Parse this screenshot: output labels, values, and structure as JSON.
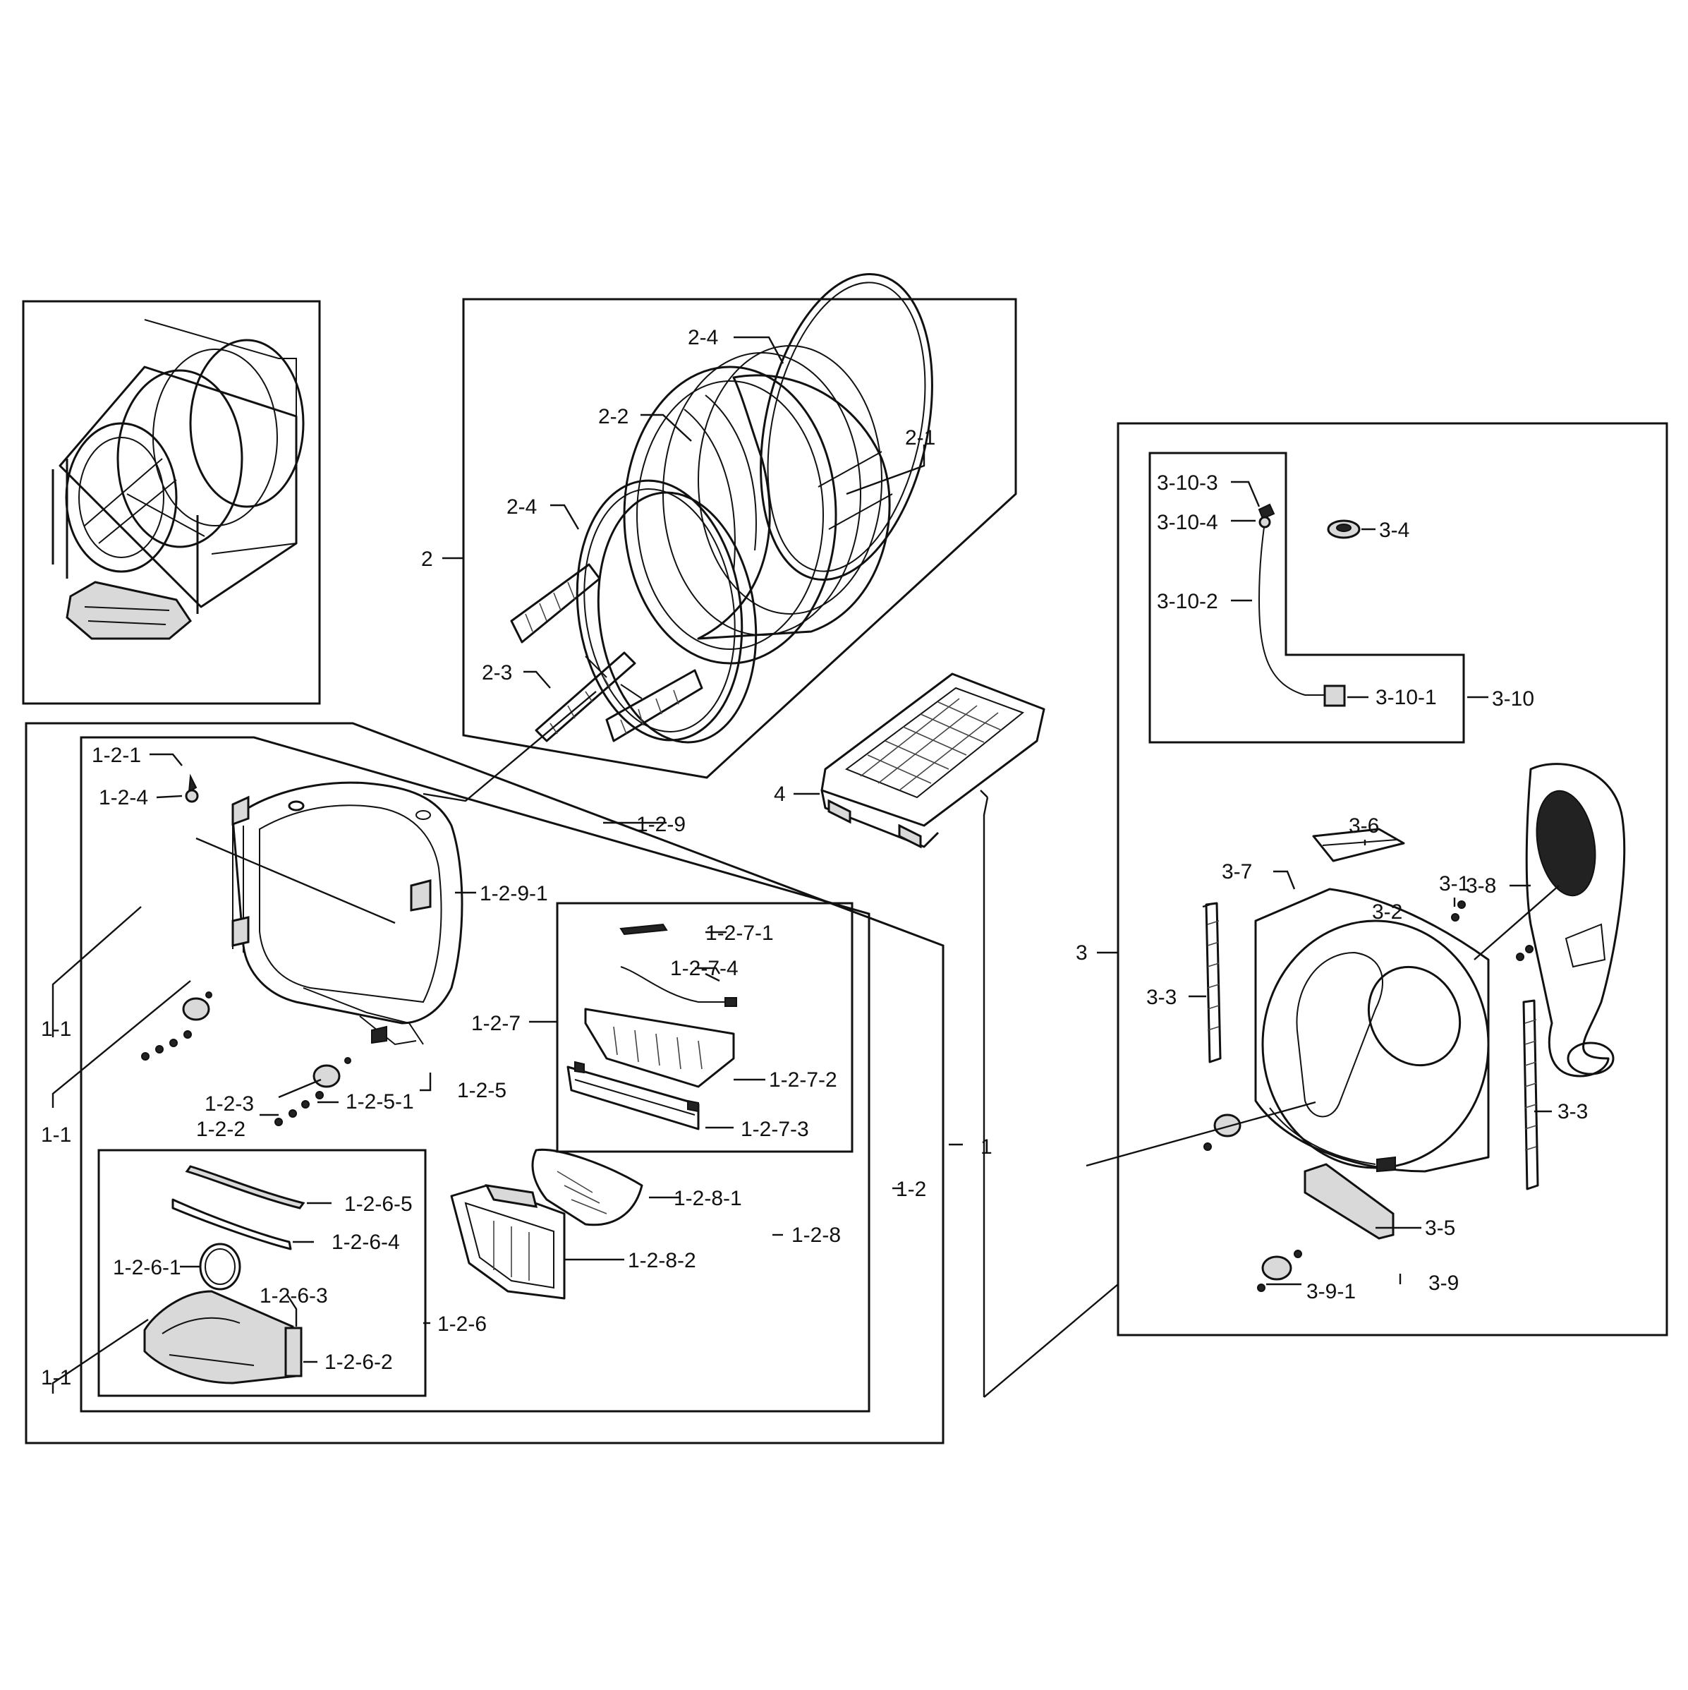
{
  "diagram": {
    "labels": {
      "l_2_4a": "2-4",
      "l_2_2": "2-2",
      "l_2_1": "2-1",
      "l_2_4b": "2-4",
      "l_2": "2",
      "l_2_3": "2-3",
      "l_4": "4",
      "l_1_2_1": "1-2-1",
      "l_1_2_4": "1-2-4",
      "l_1_2_9": "1-2-9",
      "l_1_2_9_1": "1-2-9-1",
      "l_1_2_7_1": "1-2-7-1",
      "l_1_2_7_4": "1-2-7-4",
      "l_1_2_7": "1-2-7",
      "l_1_2_7_2": "1-2-7-2",
      "l_1_2_7_3": "1-2-7-3",
      "l_1_1a": "1-1",
      "l_1_1b": "1-1",
      "l_1_1c": "1-1",
      "l_1_2_3": "1-2-3",
      "l_1_2_5_1": "1-2-5-1",
      "l_1_2_5": "1-2-5",
      "l_1_2_2": "1-2-2",
      "l_1": "1",
      "l_1_2": "1-2",
      "l_1_2_6_5": "1-2-6-5",
      "l_1_2_6_4": "1-2-6-4",
      "l_1_2_6_1": "1-2-6-1",
      "l_1_2_6_3": "1-2-6-3",
      "l_1_2_6_2": "1-2-6-2",
      "l_1_2_6": "1-2-6",
      "l_1_2_8_1": "1-2-8-1",
      "l_1_2_8": "1-2-8",
      "l_1_2_8_2": "1-2-8-2",
      "l_3_10_3": "3-10-3",
      "l_3_10_4": "3-10-4",
      "l_3_4": "3-4",
      "l_3_10_2": "3-10-2",
      "l_3_10_1": "3-10-1",
      "l_3_10": "3-10",
      "l_3_6": "3-6",
      "l_3_8": "3-8",
      "l_3_7": "3-7",
      "l_3_1": "3-1",
      "l_3_2": "3-2",
      "l_3": "3",
      "l_3_3a": "3-3",
      "l_3_3b": "3-3",
      "l_3_5": "3-5",
      "l_3_9": "3-9",
      "l_3_9_1": "3-9-1"
    }
  }
}
